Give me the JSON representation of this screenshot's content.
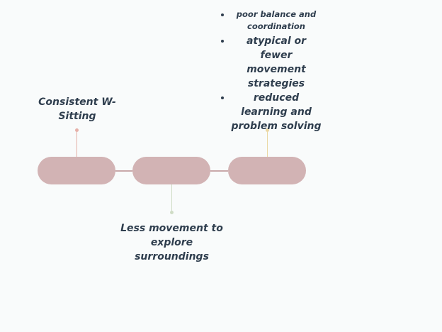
{
  "diagram": {
    "nodes": [
      {
        "id": "node-1",
        "label": "Consistent W-Sitting"
      },
      {
        "id": "node-2",
        "label": "Less movement to explore surroundings"
      },
      {
        "id": "node-3",
        "label": ""
      }
    ],
    "left_label": "Consistent W-Sitting",
    "bottom_label": "Less movement to explore surroundings",
    "outcomes": [
      "poor balance and coordination",
      "atypical or fewer movement strategies",
      "reduced learning and problem solving"
    ],
    "colors": {
      "background": "#f9fbfb",
      "node_fill": "#d2b3b4",
      "text": "#2f3e4e",
      "stem_1": "#e4b0a8",
      "stem_2": "#cfdcc5",
      "stem_3": "#ead8a5"
    }
  }
}
